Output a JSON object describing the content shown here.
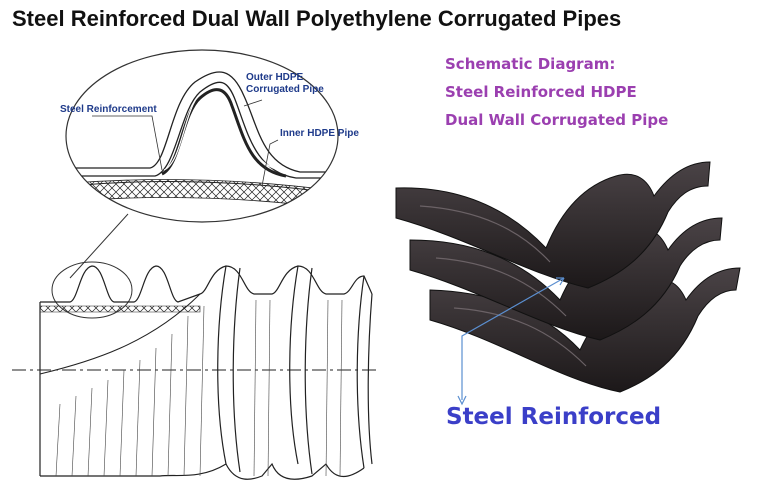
{
  "title": "Steel Reinforced Dual Wall Polyethylene Corrugated Pipes",
  "diagram": {
    "labels": {
      "steel_reinforcement": "Steel Reinforcement",
      "outer_line1": "Outer HDPE",
      "outer_line2": "Corrugated Pipe",
      "inner": "Inner HDPE Pipe"
    }
  },
  "caption": {
    "line1": "Schematic Diagram:",
    "line2": "Steel Reinforced HDPE",
    "line3": "Dual Wall Corrugated Pipe",
    "color": "#9b3fb0"
  },
  "photo_label": {
    "text": "Steel Reinforced",
    "color": "#3b3fc8"
  },
  "colors": {
    "label_blue": "#1e3a8a",
    "pipe_black": "#2a2527",
    "arrow_blue": "#5b8fd0"
  }
}
